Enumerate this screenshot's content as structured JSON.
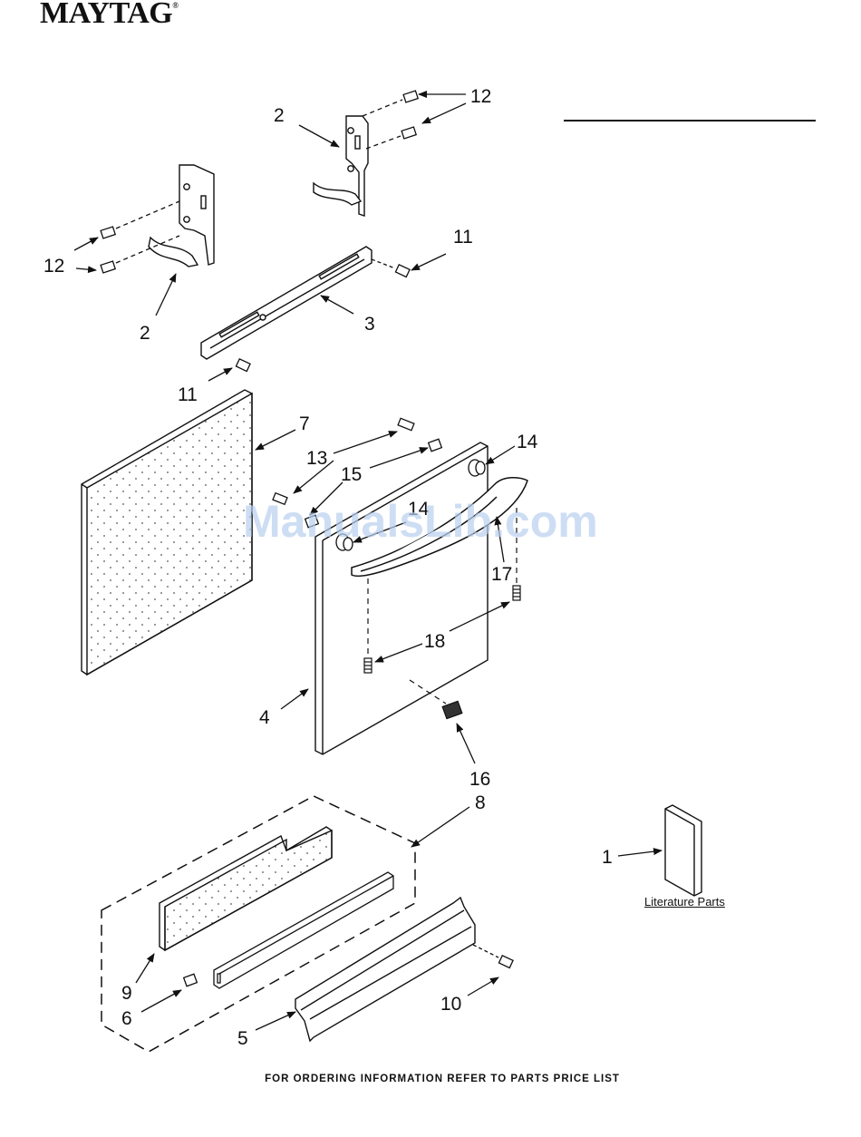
{
  "header": {
    "brand": "MAYTAG",
    "brand_mark": "®"
  },
  "literature_parts_label": "Literature Parts",
  "watermark": "ManualsLib.com",
  "footer": "FOR ORDERING INFORMATION REFER TO PARTS PRICE LIST",
  "callouts": [
    "12",
    "2",
    "12",
    "2",
    "11",
    "3",
    "11",
    "7",
    "13",
    "15",
    "14",
    "14",
    "17",
    "18",
    "4",
    "16",
    "8",
    "1",
    "9",
    "6",
    "10",
    "5"
  ]
}
